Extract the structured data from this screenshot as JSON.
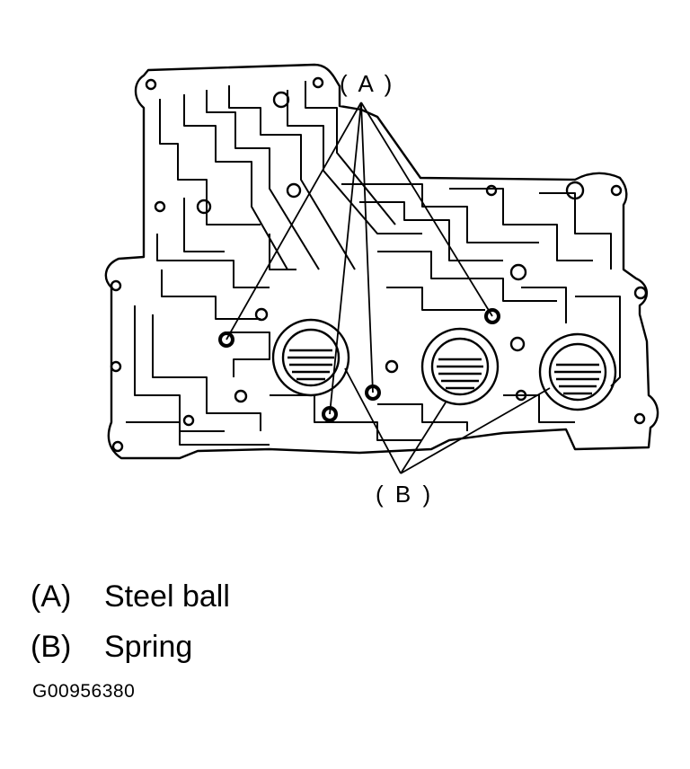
{
  "callouts": [
    {
      "key": "(A)",
      "text": "( A )"
    },
    {
      "key": "(B)",
      "text": "( B )"
    }
  ],
  "legend": [
    {
      "key": "(A)",
      "label": "Steel ball"
    },
    {
      "key": "(B)",
      "label": "Spring"
    }
  ],
  "figure_id": "G00956380",
  "colors": {
    "ink": "#000000",
    "paper": "#ffffff"
  }
}
